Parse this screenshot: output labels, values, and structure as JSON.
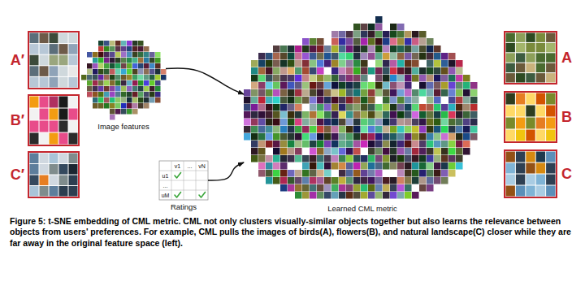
{
  "diagram": {
    "caption": "Figure 5: t-SNE embedding of CML metric. CML not only clusters visually-similar objects together but also learns the relevance between objects from users' preferences. For example, CML pulls the images of birds(A), flowers(B), and natural landscape(C) closer while they are far away in the original feature space (left).",
    "nodes": [
      {
        "text": [
          "A′"
        ]
      },
      {
        "text": [
          "B′"
        ]
      },
      {
        "text": [
          "C′"
        ]
      },
      {
        "text": [
          "Image features"
        ]
      },
      {
        "text": [
          "Ratings"
        ]
      },
      {
        "text": [
          "Learned CML metric"
        ]
      },
      {
        "text": [
          "A"
        ]
      },
      {
        "text": [
          "B"
        ]
      },
      {
        "text": [
          "C"
        ]
      }
    ],
    "edges": [
      {
        "from": 3,
        "to": 5,
        "arrow": "to"
      },
      {
        "from": 4,
        "to": 5,
        "arrow": "to"
      }
    ],
    "labels": [
      "v1",
      "...",
      "vN",
      "u1",
      "...",
      "uM"
    ]
  }
}
